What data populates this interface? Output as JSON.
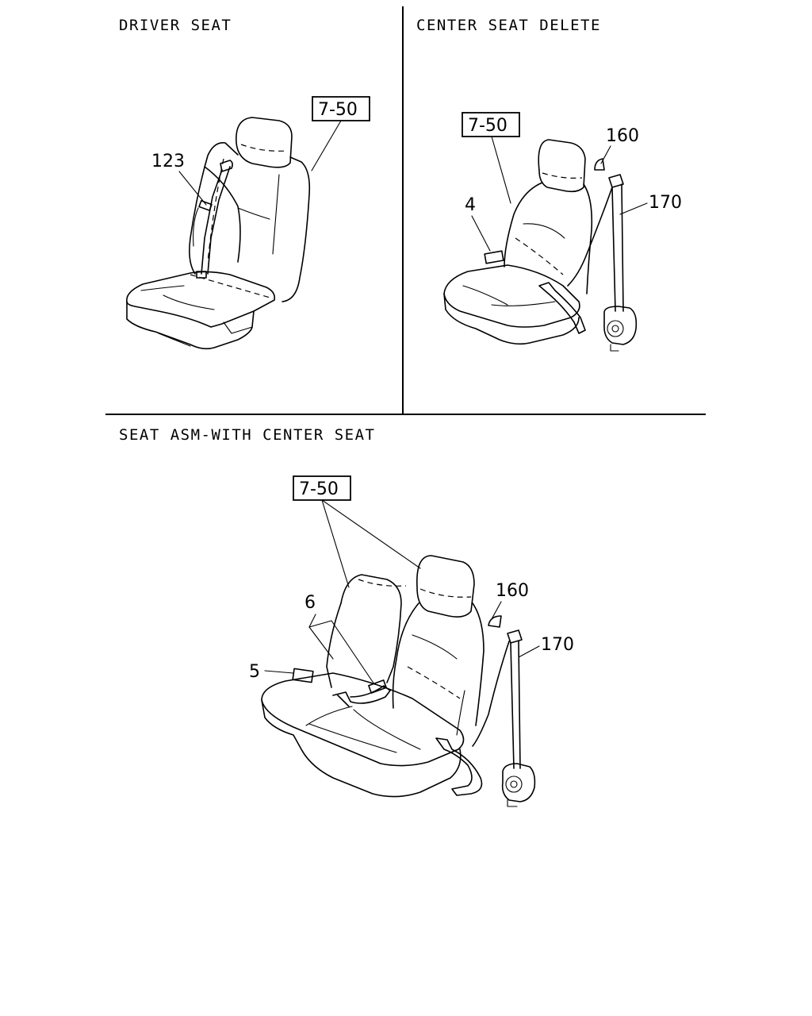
{
  "sections": {
    "driver": {
      "title": "DRIVER SEAT",
      "ref_box": "7-50",
      "callouts": [
        "123"
      ]
    },
    "center_delete": {
      "title": "CENTER SEAT DELETE",
      "ref_box": "7-50",
      "callouts": [
        "4",
        "160",
        "170"
      ]
    },
    "with_center": {
      "title": "SEAT ASM-WITH CENTER SEAT",
      "ref_box": "7-50",
      "callouts": [
        "6",
        "5",
        "160",
        "170"
      ]
    }
  }
}
